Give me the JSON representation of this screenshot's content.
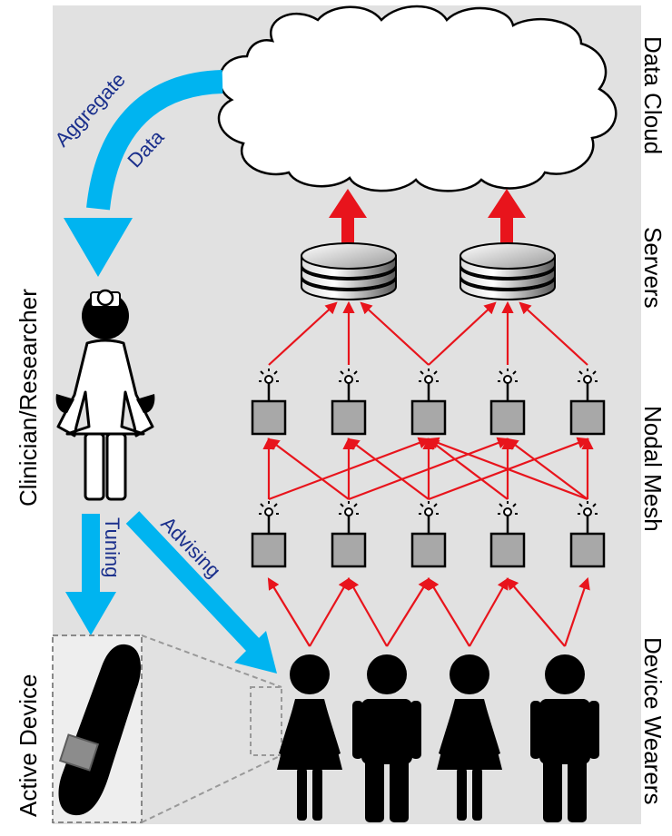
{
  "labels": {
    "data_cloud": "Data Cloud",
    "servers": "Servers",
    "nodal_mesh": "Nodal Mesh",
    "device_wearers": "Device Wearers",
    "clinician": "Clinician/Researcher",
    "active_device": "Active Device"
  },
  "flows": {
    "aggregate_line1": "Aggregate",
    "aggregate_line2": "Data",
    "tuning": "Tuning",
    "advising": "Advising"
  },
  "colors": {
    "panel_bg": "#e1e1e1",
    "flow_arrow": "#00b4f0",
    "flow_text": "#1a2f8c",
    "mesh_arrow": "#e8141c",
    "node_fill": "#a8a8a8"
  }
}
